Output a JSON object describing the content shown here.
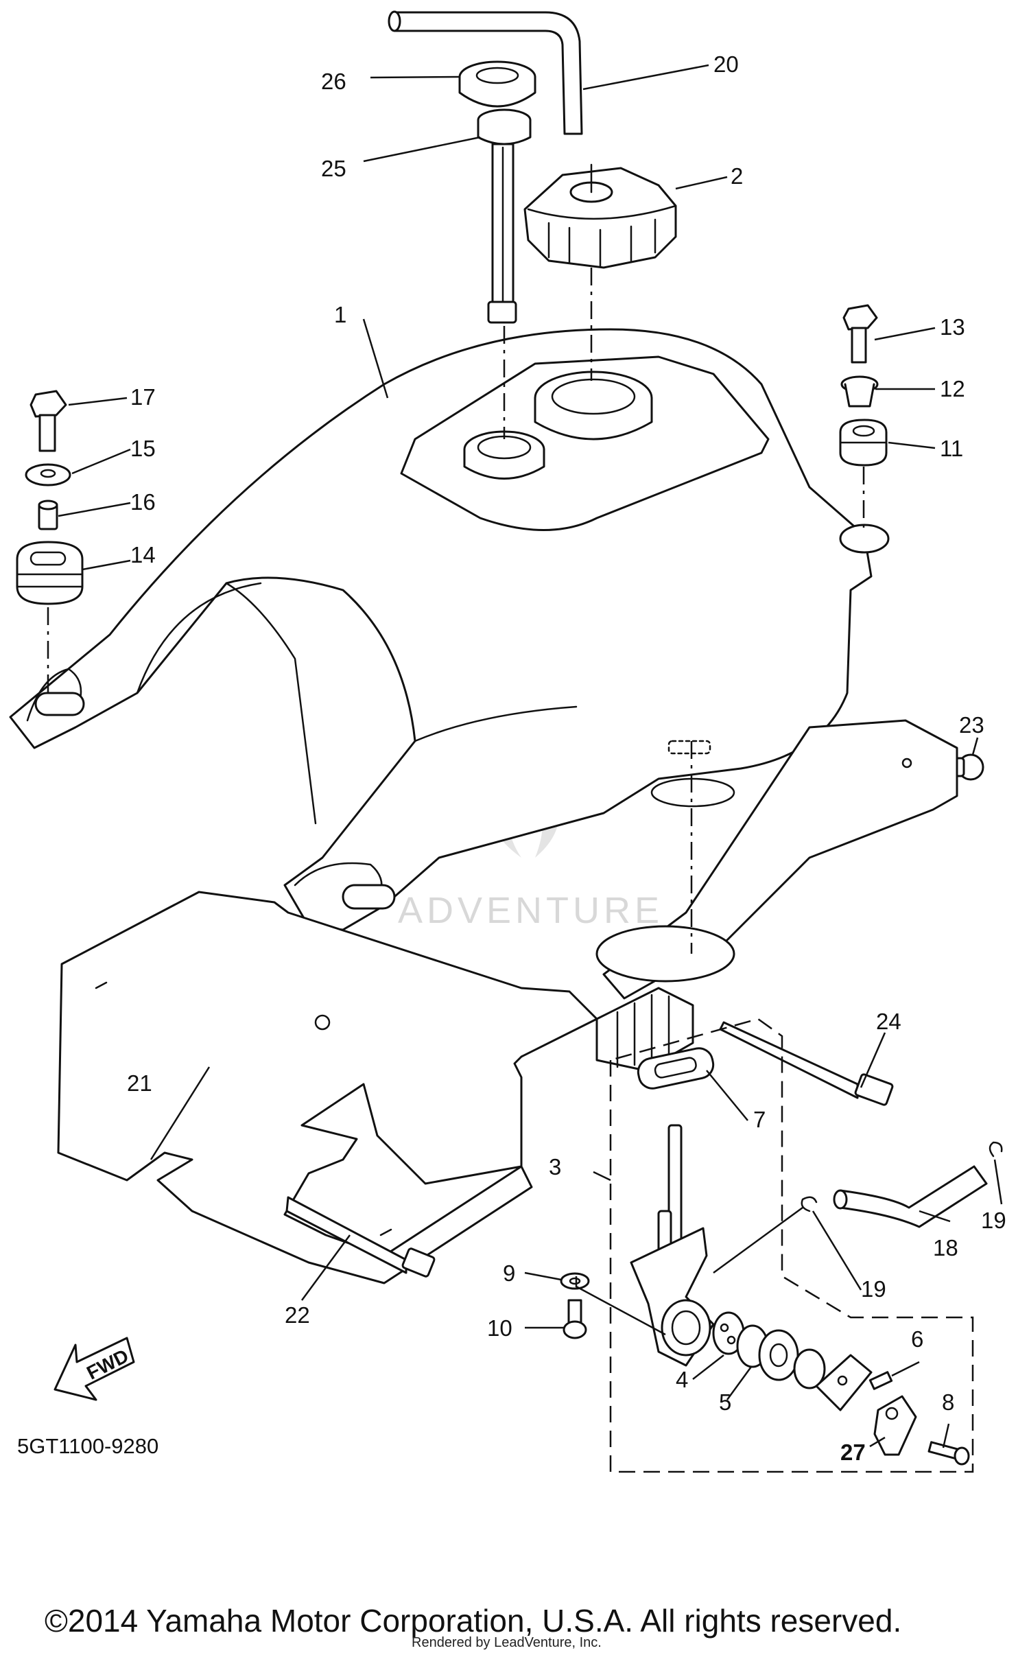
{
  "diagram": {
    "part_labels": [
      {
        "id": "p1",
        "text": "1"
      },
      {
        "id": "p2",
        "text": "2"
      },
      {
        "id": "p3",
        "text": "3"
      },
      {
        "id": "p4",
        "text": "4"
      },
      {
        "id": "p5",
        "text": "5"
      },
      {
        "id": "p6",
        "text": "6"
      },
      {
        "id": "p7",
        "text": "7"
      },
      {
        "id": "p8",
        "text": "8"
      },
      {
        "id": "p9",
        "text": "9"
      },
      {
        "id": "p10",
        "text": "10"
      },
      {
        "id": "p11",
        "text": "11"
      },
      {
        "id": "p12",
        "text": "12"
      },
      {
        "id": "p13",
        "text": "13"
      },
      {
        "id": "p14",
        "text": "14"
      },
      {
        "id": "p15",
        "text": "15"
      },
      {
        "id": "p16",
        "text": "16"
      },
      {
        "id": "p17",
        "text": "17"
      },
      {
        "id": "p18",
        "text": "18"
      },
      {
        "id": "p19a",
        "text": "19"
      },
      {
        "id": "p19b",
        "text": "19"
      },
      {
        "id": "p20",
        "text": "20"
      },
      {
        "id": "p21",
        "text": "21"
      },
      {
        "id": "p22",
        "text": "22"
      },
      {
        "id": "p23",
        "text": "23"
      },
      {
        "id": "p24",
        "text": "24"
      },
      {
        "id": "p25",
        "text": "25"
      },
      {
        "id": "p26",
        "text": "26"
      },
      {
        "id": "p27",
        "text": "27"
      }
    ],
    "diagram_code": "5GT1100-9280",
    "fwd_label": "FWD",
    "watermark": "ADVENTURE",
    "copyright": "©2014 Yamaha Motor Corporation, U.S.A. All rights reserved.",
    "rendered_by": "Rendered by LeadVenture, Inc."
  }
}
